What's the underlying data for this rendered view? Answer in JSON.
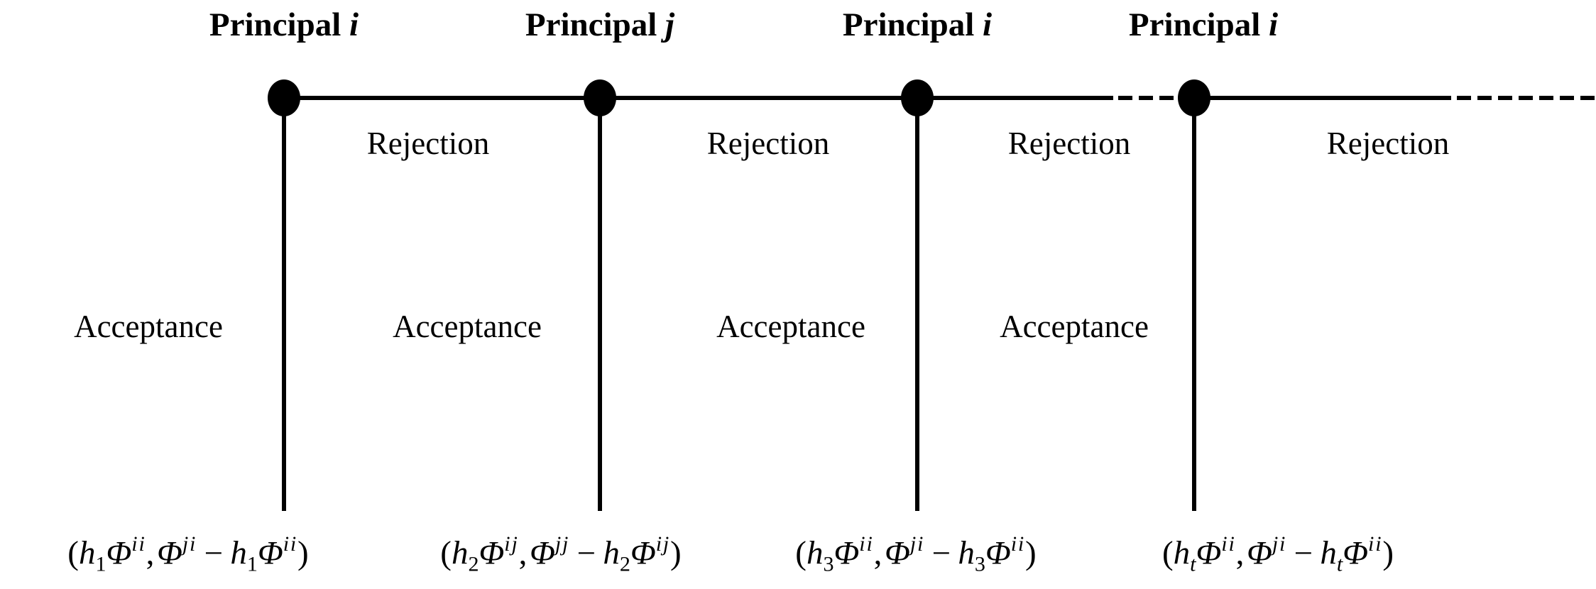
{
  "diagram": {
    "kind": "extensive-form-game-tree",
    "colors": {
      "ink": "#000000",
      "background": "#ffffff"
    },
    "principals": [
      {
        "prefix": "Principal ",
        "symbol": "i"
      },
      {
        "prefix": "Principal ",
        "symbol": "j"
      },
      {
        "prefix": "Principal ",
        "symbol": "i"
      },
      {
        "prefix": "Principal ",
        "symbol": "i"
      }
    ],
    "rejection_labels": [
      "Rejection",
      "Rejection",
      "Rejection",
      "Rejection"
    ],
    "acceptance_labels": [
      "Acceptance",
      "Acceptance",
      "Acceptance",
      "Acceptance"
    ],
    "payoffs": [
      {
        "plain": "(h1Φ^ii, Φ^ji − h1Φ^ii)",
        "tokens": [
          [
            "(",
            "n"
          ],
          [
            "h",
            "i"
          ],
          [
            "1",
            "d"
          ],
          [
            "Φ",
            "i"
          ],
          [
            "ii",
            "u"
          ],
          [
            ",",
            "c"
          ],
          [
            "Φ",
            "i"
          ],
          [
            "ji",
            "u"
          ],
          [
            "−",
            "m"
          ],
          [
            "h",
            "i"
          ],
          [
            "1",
            "d"
          ],
          [
            "Φ",
            "i"
          ],
          [
            "ii",
            "u"
          ],
          [
            ")",
            "n"
          ]
        ]
      },
      {
        "plain": "(h2Φ^ij, Φ^jj − h2Φ^ij)",
        "tokens": [
          [
            "(",
            "n"
          ],
          [
            "h",
            "i"
          ],
          [
            "2",
            "d"
          ],
          [
            "Φ",
            "i"
          ],
          [
            "ij",
            "u"
          ],
          [
            ",",
            "c"
          ],
          [
            "Φ",
            "i"
          ],
          [
            "jj",
            "u"
          ],
          [
            "−",
            "m"
          ],
          [
            "h",
            "i"
          ],
          [
            "2",
            "d"
          ],
          [
            "Φ",
            "i"
          ],
          [
            "ij",
            "u"
          ],
          [
            ")",
            "n"
          ]
        ]
      },
      {
        "plain": "(h3Φ^ii, Φ^ji − h3Φ^ii)",
        "tokens": [
          [
            "(",
            "n"
          ],
          [
            "h",
            "i"
          ],
          [
            "3",
            "d"
          ],
          [
            "Φ",
            "i"
          ],
          [
            "ii",
            "u"
          ],
          [
            ",",
            "c"
          ],
          [
            "Φ",
            "i"
          ],
          [
            "ji",
            "u"
          ],
          [
            "−",
            "m"
          ],
          [
            "h",
            "i"
          ],
          [
            "3",
            "d"
          ],
          [
            "Φ",
            "i"
          ],
          [
            "ii",
            "u"
          ],
          [
            ")",
            "n"
          ]
        ]
      },
      {
        "plain": "(htΦ^ii, Φ^ji − htΦ^ii)",
        "tokens": [
          [
            "(",
            "n"
          ],
          [
            "h",
            "i"
          ],
          [
            "t",
            "di"
          ],
          [
            "Φ",
            "i"
          ],
          [
            "ii",
            "u"
          ],
          [
            ",",
            "c"
          ],
          [
            "Φ",
            "i"
          ],
          [
            "ji",
            "u"
          ],
          [
            "−",
            "m"
          ],
          [
            "h",
            "i"
          ],
          [
            "t",
            "di"
          ],
          [
            "Φ",
            "i"
          ],
          [
            "ii",
            "u"
          ],
          [
            ")",
            "n"
          ]
        ]
      }
    ]
  }
}
